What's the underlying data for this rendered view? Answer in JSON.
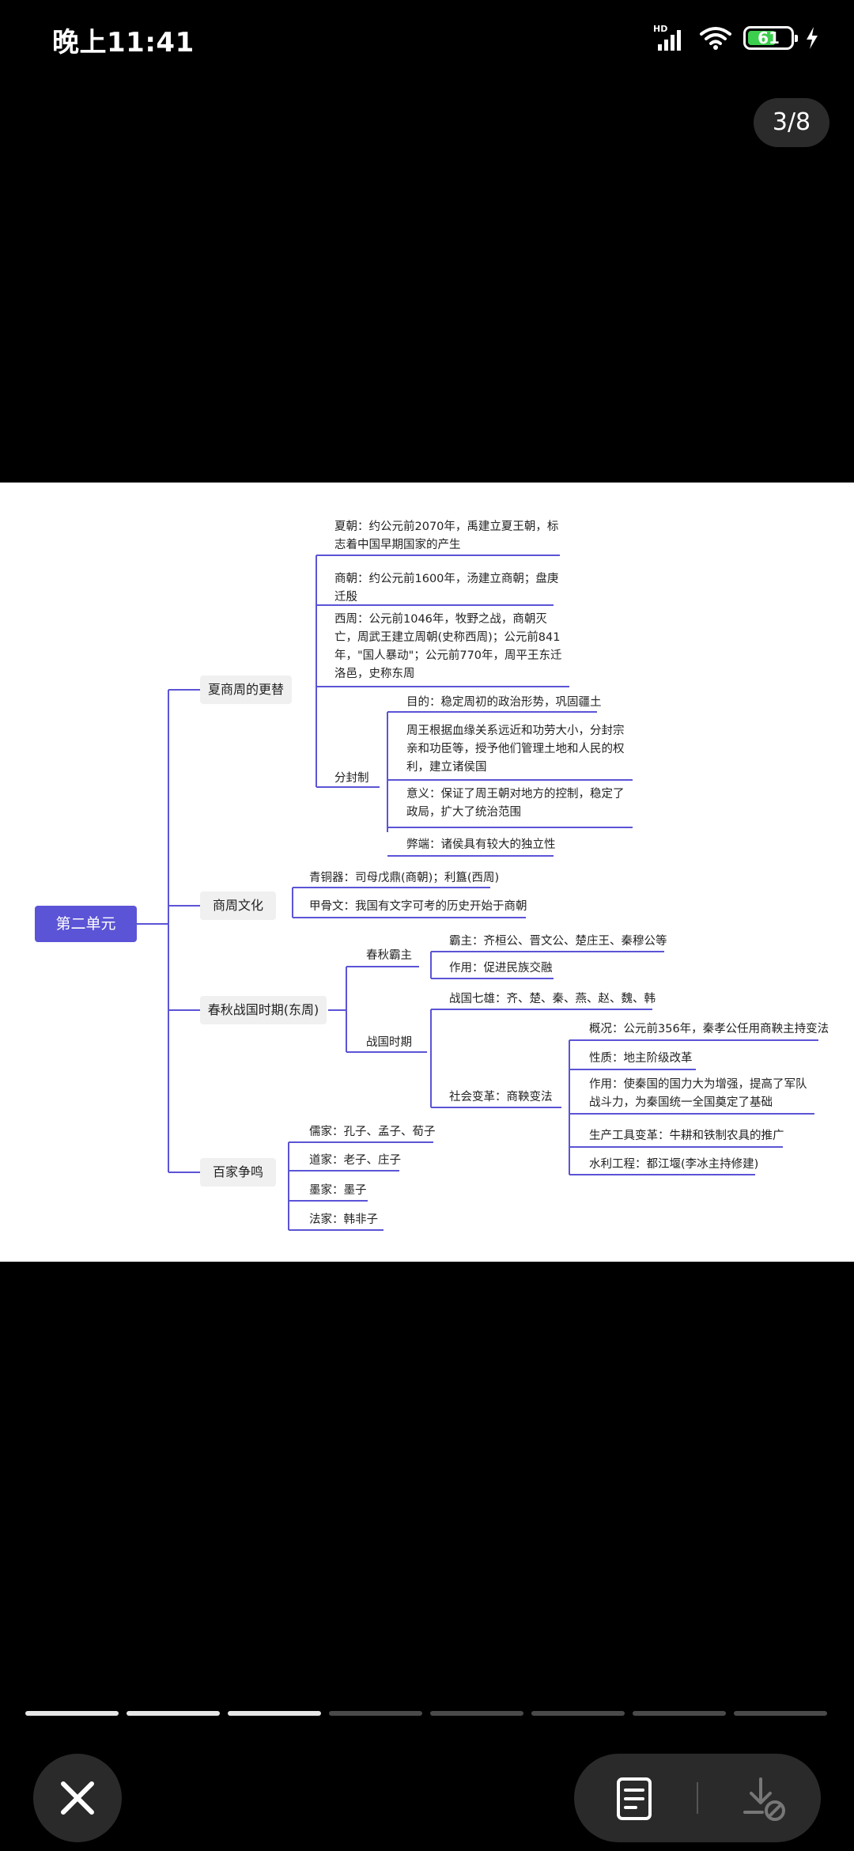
{
  "status_bar": {
    "time": "晚上11:41",
    "network": "HD",
    "battery": "61"
  },
  "viewer": {
    "page_indicator": "3/8",
    "progress": {
      "total": 8,
      "current": 3
    }
  },
  "mindmap": {
    "root": "第二单元",
    "xsz": {
      "title": "夏商周的更替",
      "xia": "夏朝：约公元前2070年，禹建立夏王朝，标志着中国早期国家的产生",
      "shang": "商朝：约公元前1600年，汤建立商朝；盘庚迁殷",
      "xizhou": "西周：公元前1046年，牧野之战，商朝灭亡，周武王建立周朝(史称西周)；公元前841年，\"国人暴动\"；公元前770年，周平王东迁洛邑，史称东周",
      "fenfeng": {
        "title": "分封制",
        "mudi": "目的：稳定周初的政治形势，巩固疆土",
        "neirong": "周王根据血缘关系远近和功劳大小，分封宗亲和功臣等，授予他们管理土地和人民的权利，建立诸侯国",
        "yiyi": "意义：保证了周王朝对地方的控制，稳定了政局，扩大了统治范围",
        "bibuan": "弊端：诸侯具有较大的独立性"
      }
    },
    "szwh": {
      "title": "商周文化",
      "qtq": "青铜器：司母戊鼎(商朝)；利簋(西周)",
      "jgw": "甲骨文：我国有文字可考的历史开始于商朝"
    },
    "cqzg": {
      "title": "春秋战国时期(东周)",
      "chunqiu": {
        "title": "春秋霸主",
        "bazhu": "霸主：齐桓公、晋文公、楚庄王、秦穆公等",
        "zuoyong": "作用：促进民族交融"
      },
      "zhanguo": {
        "title": "战国时期",
        "qixiong": "战国七雄：齐、楚、秦、燕、赵、魏、韩",
        "bianfa": {
          "title": "社会变革：商鞅变法",
          "gaikuang": "概况：公元前356年，秦孝公任用商鞅主持变法",
          "xingzhi": "性质：地主阶级改革",
          "zuoyong": "作用：使秦国的国力大为增强，提高了军队战斗力，为秦国统一全国奠定了基础",
          "gongju": "生产工具变革：牛耕和铁制农具的推广",
          "shuili": "水利工程：都江堰(李冰主持修建)"
        }
      }
    },
    "bjzm": {
      "title": "百家争鸣",
      "ru": "儒家：孔子、孟子、荀子",
      "dao": "道家：老子、庄子",
      "mo": "墨家：墨子",
      "fa": "法家：韩非子"
    }
  },
  "colors": {
    "accent": "#5b54d6",
    "line": "#5b54d6",
    "background": "#000000",
    "panel": "#ffffff"
  },
  "icons": {
    "close": "close-icon",
    "document": "document-icon",
    "download": "download-disabled-icon"
  }
}
